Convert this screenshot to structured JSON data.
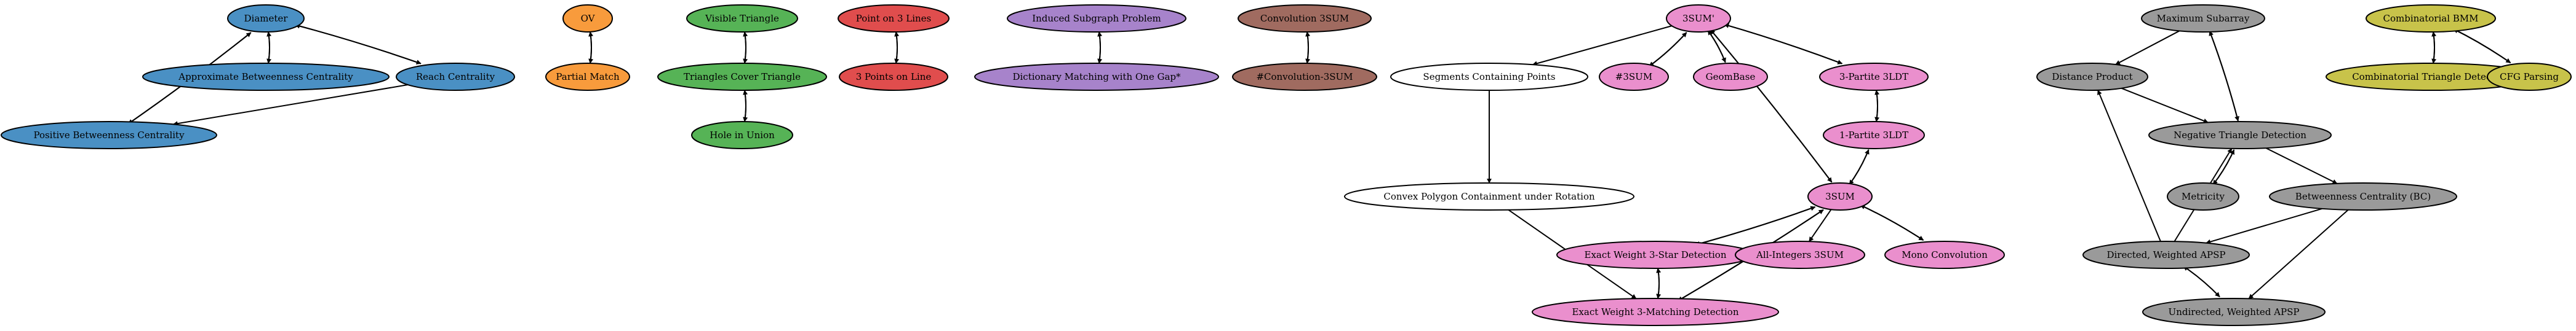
{
  "diagram": {
    "colors": {
      "blue": "#4a90c4",
      "orange": "#f89b3c",
      "green": "#56b356",
      "red": "#e04d4d",
      "purple": "#a783cb",
      "brown": "#a06b60",
      "pink": "#ea8fcd",
      "gray": "#9a9a9a",
      "olive": "#c8c34a",
      "white": "#ffffff"
    },
    "nodes": [
      {
        "id": "diameter",
        "label": "Diameter",
        "color": "blue"
      },
      {
        "id": "approx_bc",
        "label": "Approximate Betweenness Centrality",
        "color": "blue"
      },
      {
        "id": "reach_centrality",
        "label": "Reach Centrality",
        "color": "blue"
      },
      {
        "id": "positive_bc",
        "label": "Positive Betweenness Centrality",
        "color": "blue"
      },
      {
        "id": "ov",
        "label": "OV",
        "color": "orange"
      },
      {
        "id": "partial_match",
        "label": "Partial Match",
        "color": "orange"
      },
      {
        "id": "visible_triangle",
        "label": "Visible Triangle",
        "color": "green"
      },
      {
        "id": "triangles_cover",
        "label": "Triangles Cover Triangle",
        "color": "green"
      },
      {
        "id": "hole_in_union",
        "label": "Hole in Union",
        "color": "green"
      },
      {
        "id": "point_on_3_lines",
        "label": "Point on 3 Lines",
        "color": "red"
      },
      {
        "id": "three_points_on_line",
        "label": "3 Points on Line",
        "color": "red"
      },
      {
        "id": "induced_subgraph",
        "label": "Induced Subgraph Problem",
        "color": "purple"
      },
      {
        "id": "dict_matching",
        "label": "Dictionary Matching with One Gap*",
        "color": "purple"
      },
      {
        "id": "convolution_3sum",
        "label": "Convolution 3SUM",
        "color": "brown"
      },
      {
        "id": "hash_convolution_3sum",
        "label": "#Convolution-3SUM",
        "color": "brown"
      },
      {
        "id": "three_sum_prime",
        "label": "3SUM'",
        "color": "pink"
      },
      {
        "id": "segments",
        "label": "Segments Containing Points",
        "color": "white"
      },
      {
        "id": "hash_3sum",
        "label": "#3SUM",
        "color": "pink"
      },
      {
        "id": "geombase",
        "label": "GeomBase",
        "color": "pink"
      },
      {
        "id": "three_partite_3ldt",
        "label": "3-Partite 3LDT",
        "color": "pink"
      },
      {
        "id": "one_partite_3ldt",
        "label": "1-Partite 3LDT",
        "color": "pink"
      },
      {
        "id": "convex_polygon",
        "label": "Convex Polygon Containment under Rotation",
        "color": "white"
      },
      {
        "id": "three_sum",
        "label": "3SUM",
        "color": "pink"
      },
      {
        "id": "exact_weight_3star",
        "label": "Exact Weight 3-Star Detection",
        "color": "pink"
      },
      {
        "id": "all_integers_3sum",
        "label": "All-Integers 3SUM",
        "color": "pink"
      },
      {
        "id": "mono_convolution",
        "label": "Mono Convolution",
        "color": "pink"
      },
      {
        "id": "exact_weight_3matching",
        "label": "Exact Weight 3-Matching Detection",
        "color": "pink"
      },
      {
        "id": "max_subarray",
        "label": "Maximum Subarray",
        "color": "gray"
      },
      {
        "id": "distance_product",
        "label": "Distance Product",
        "color": "gray"
      },
      {
        "id": "negative_triangle",
        "label": "Negative Triangle Detection",
        "color": "gray"
      },
      {
        "id": "metricity",
        "label": "Metricity",
        "color": "gray"
      },
      {
        "id": "bc",
        "label": "Betweenness Centrality (BC)",
        "color": "gray"
      },
      {
        "id": "directed_apsp",
        "label": "Directed, Weighted APSP",
        "color": "gray"
      },
      {
        "id": "undirected_apsp",
        "label": "Undirected, Weighted APSP",
        "color": "gray"
      },
      {
        "id": "comb_bmm",
        "label": "Combinatorial BMM",
        "color": "olive"
      },
      {
        "id": "comb_triangle",
        "label": "Combinatorial Triangle Detection",
        "color": "olive"
      },
      {
        "id": "cfg_parsing",
        "label": "CFG Parsing",
        "color": "olive"
      }
    ],
    "edges": [
      {
        "from": "diameter",
        "to": "approx_bc"
      },
      {
        "from": "approx_bc",
        "to": "diameter"
      },
      {
        "from": "diameter",
        "to": "reach_centrality"
      },
      {
        "from": "reach_centrality",
        "to": "diameter"
      },
      {
        "from": "diameter",
        "to": "positive_bc"
      },
      {
        "from": "positive_bc",
        "to": "diameter"
      },
      {
        "from": "reach_centrality",
        "to": "positive_bc"
      },
      {
        "from": "ov",
        "to": "partial_match"
      },
      {
        "from": "partial_match",
        "to": "ov"
      },
      {
        "from": "visible_triangle",
        "to": "triangles_cover"
      },
      {
        "from": "triangles_cover",
        "to": "visible_triangle"
      },
      {
        "from": "triangles_cover",
        "to": "hole_in_union"
      },
      {
        "from": "hole_in_union",
        "to": "triangles_cover"
      },
      {
        "from": "point_on_3_lines",
        "to": "three_points_on_line"
      },
      {
        "from": "three_points_on_line",
        "to": "point_on_3_lines"
      },
      {
        "from": "induced_subgraph",
        "to": "dict_matching"
      },
      {
        "from": "dict_matching",
        "to": "induced_subgraph"
      },
      {
        "from": "convolution_3sum",
        "to": "hash_convolution_3sum"
      },
      {
        "from": "hash_convolution_3sum",
        "to": "convolution_3sum"
      },
      {
        "from": "three_sum_prime",
        "to": "segments"
      },
      {
        "from": "three_sum_prime",
        "to": "hash_3sum"
      },
      {
        "from": "hash_3sum",
        "to": "three_sum_prime"
      },
      {
        "from": "three_sum_prime",
        "to": "geombase"
      },
      {
        "from": "geombase",
        "to": "three_sum_prime"
      },
      {
        "from": "three_sum_prime",
        "to": "three_partite_3ldt"
      },
      {
        "from": "three_partite_3ldt",
        "to": "three_sum_prime"
      },
      {
        "from": "three_sum_prime",
        "to": "three_sum"
      },
      {
        "from": "three_sum",
        "to": "three_sum_prime"
      },
      {
        "from": "three_partite_3ldt",
        "to": "one_partite_3ldt"
      },
      {
        "from": "one_partite_3ldt",
        "to": "three_partite_3ldt"
      },
      {
        "from": "one_partite_3ldt",
        "to": "three_sum"
      },
      {
        "from": "three_sum",
        "to": "one_partite_3ldt"
      },
      {
        "from": "segments",
        "to": "convex_polygon"
      },
      {
        "from": "convex_polygon",
        "to": "exact_weight_3matching"
      },
      {
        "from": "three_sum",
        "to": "exact_weight_3star"
      },
      {
        "from": "exact_weight_3star",
        "to": "three_sum"
      },
      {
        "from": "three_sum",
        "to": "all_integers_3sum"
      },
      {
        "from": "three_sum",
        "to": "mono_convolution"
      },
      {
        "from": "mono_convolution",
        "to": "three_sum"
      },
      {
        "from": "three_sum",
        "to": "exact_weight_3matching"
      },
      {
        "from": "exact_weight_3matching",
        "to": "three_sum"
      },
      {
        "from": "exact_weight_3star",
        "to": "exact_weight_3matching"
      },
      {
        "from": "exact_weight_3matching",
        "to": "exact_weight_3star"
      },
      {
        "from": "max_subarray",
        "to": "distance_product"
      },
      {
        "from": "max_subarray",
        "to": "negative_triangle"
      },
      {
        "from": "negative_triangle",
        "to": "max_subarray"
      },
      {
        "from": "distance_product",
        "to": "negative_triangle"
      },
      {
        "from": "negative_triangle",
        "to": "metricity"
      },
      {
        "from": "metricity",
        "to": "negative_triangle"
      },
      {
        "from": "negative_triangle",
        "to": "bc"
      },
      {
        "from": "bc",
        "to": "directed_apsp"
      },
      {
        "from": "bc",
        "to": "undirected_apsp"
      },
      {
        "from": "directed_apsp",
        "to": "negative_triangle"
      },
      {
        "from": "directed_apsp",
        "to": "distance_product"
      },
      {
        "from": "directed_apsp",
        "to": "undirected_apsp"
      },
      {
        "from": "undirected_apsp",
        "to": "directed_apsp"
      },
      {
        "from": "comb_bmm",
        "to": "comb_triangle"
      },
      {
        "from": "comb_triangle",
        "to": "comb_bmm"
      },
      {
        "from": "comb_bmm",
        "to": "cfg_parsing"
      },
      {
        "from": "cfg_parsing",
        "to": "comb_bmm"
      }
    ]
  }
}
